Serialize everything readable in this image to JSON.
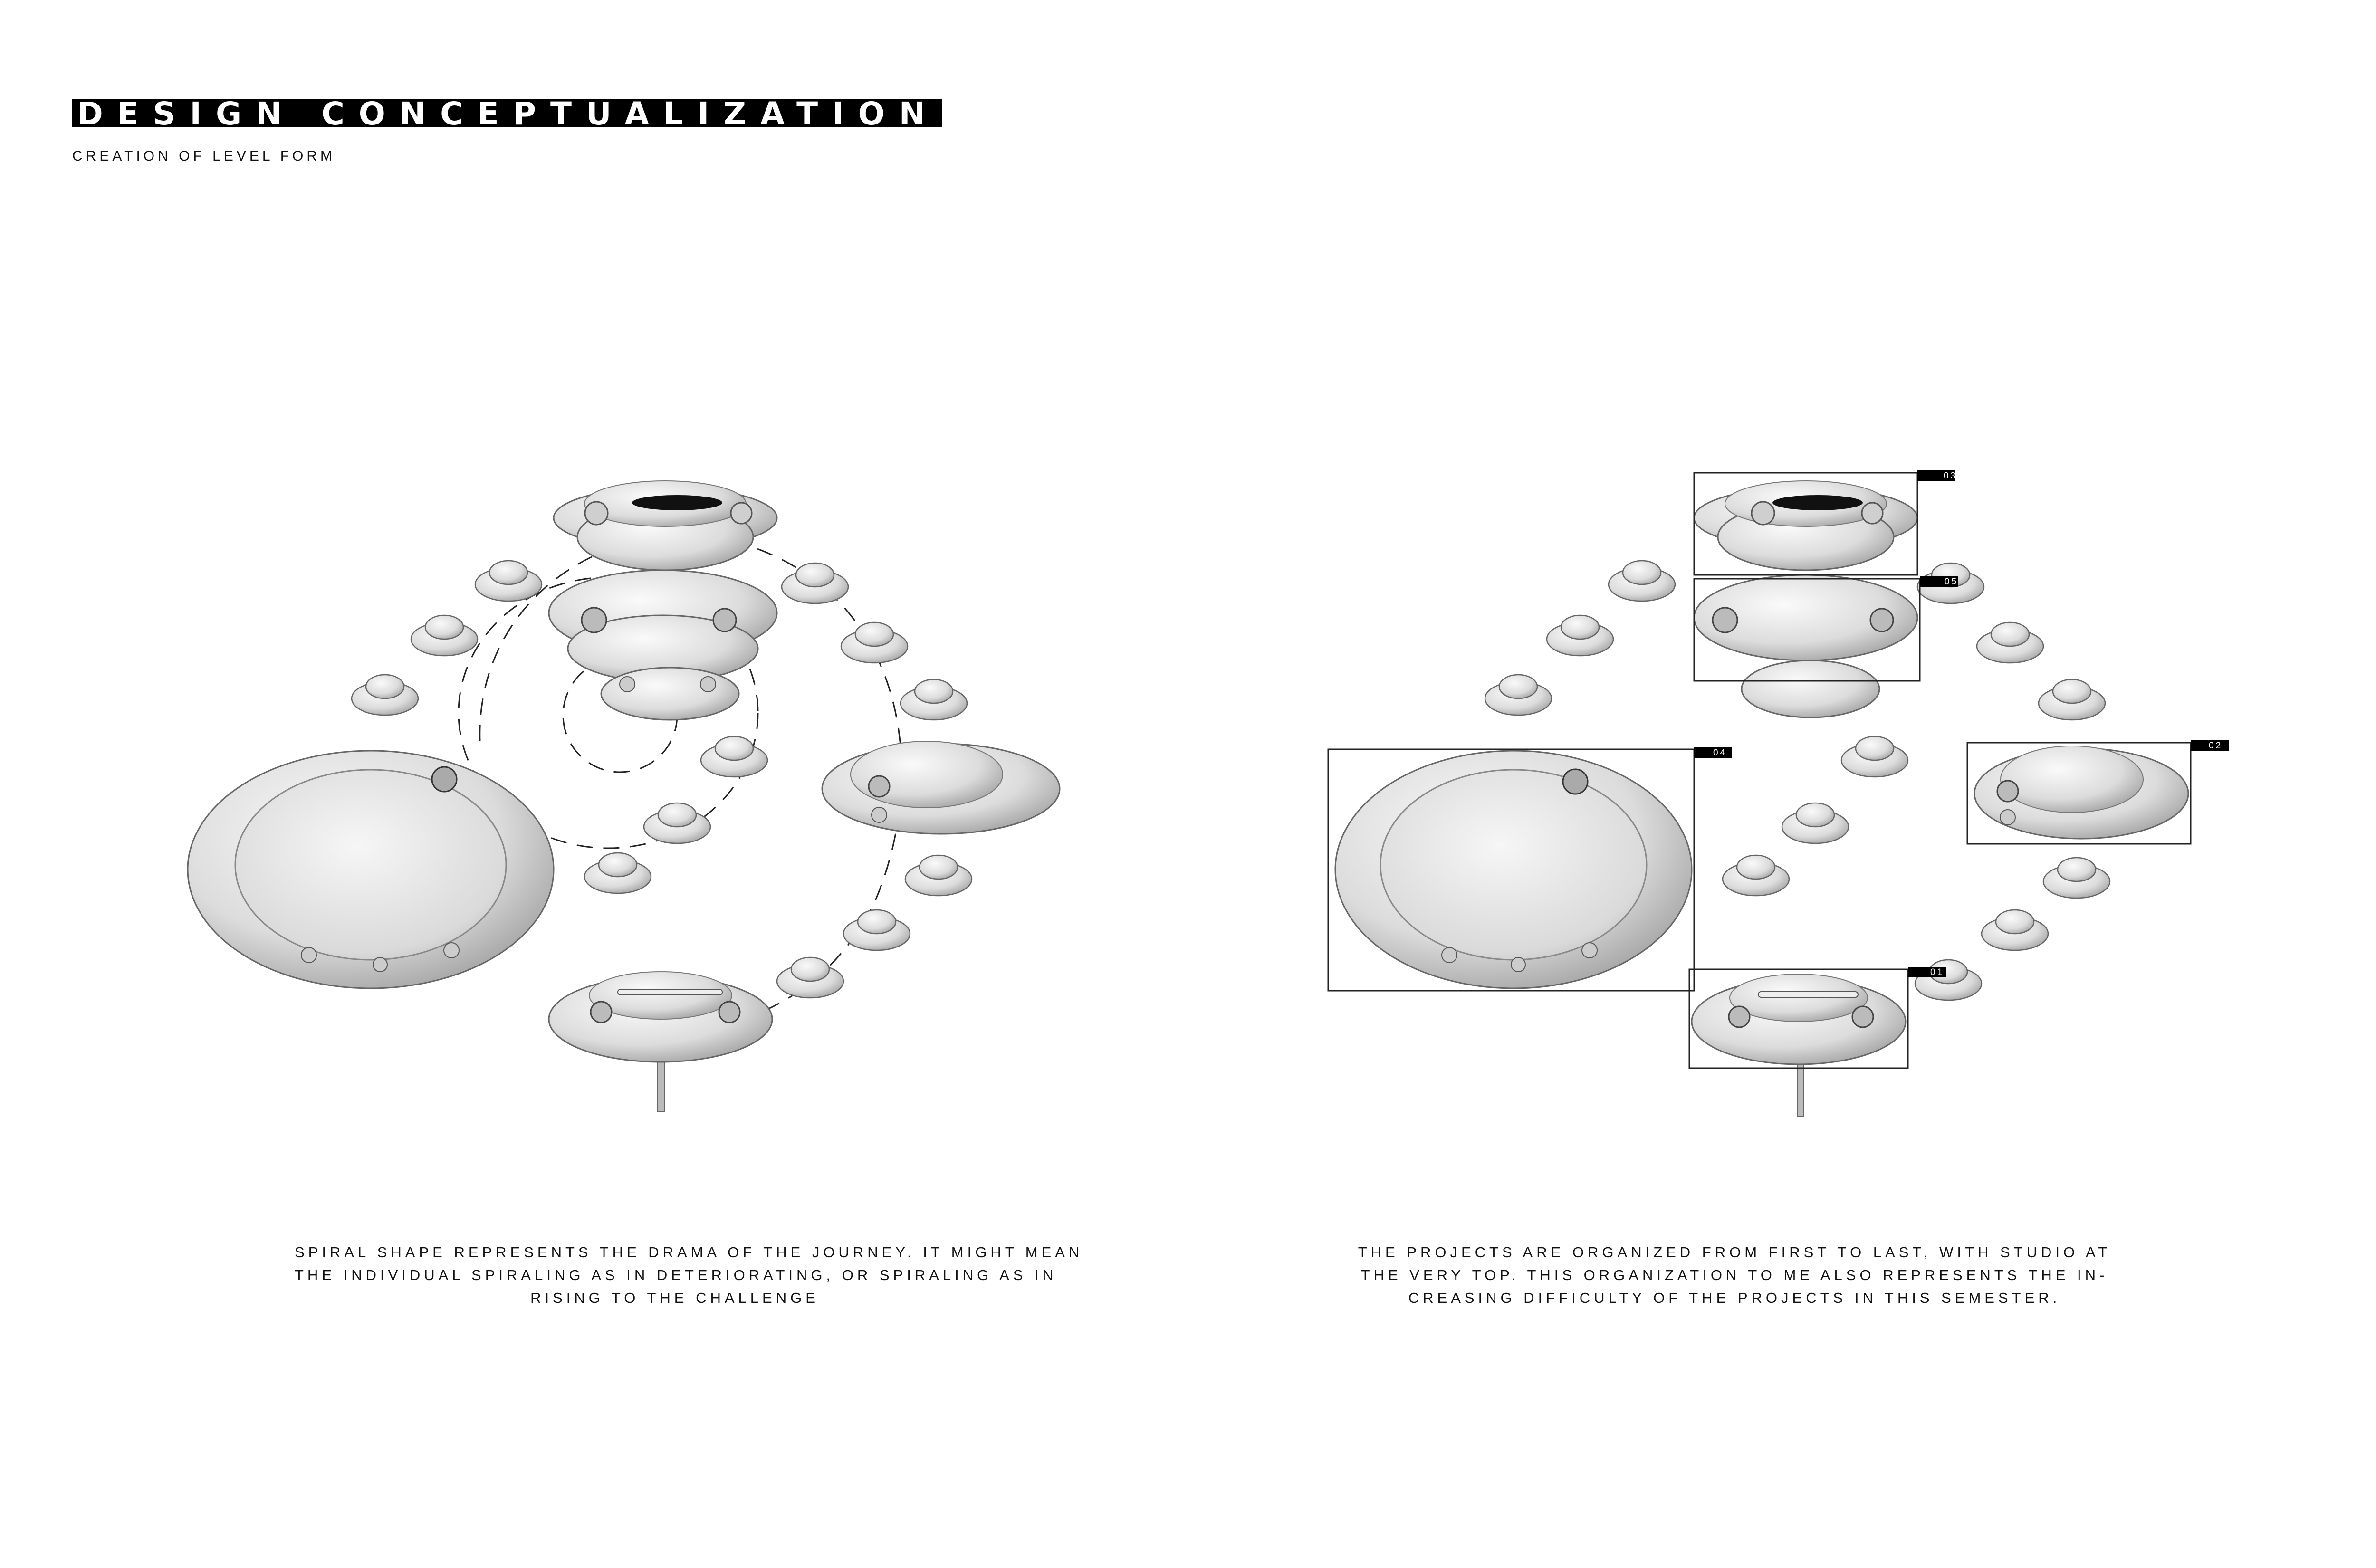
{
  "header": {
    "title": "DESIGN CONCEPTUALIZATION",
    "subtitle": "CREATION OF LEVEL FORM"
  },
  "left_diagram": {
    "caption_lines": [
      "SPIRAL SHAPE REPRESENTS THE DRAMA OF THE JOURNEY. IT MIGHT MEAN",
      "THE INDIVIDUAL SPIRALING AS IN DETERIORATING, OR SPIRALING AS IN",
      "RISING TO THE CHALLENGE"
    ]
  },
  "right_diagram": {
    "labels": [
      "03",
      "05",
      "04",
      "02",
      "01"
    ],
    "caption_lines": [
      "THE PROJECTS ARE ORGANIZED FROM FIRST TO LAST, WITH STUDIO AT",
      "THE VERY TOP. THIS ORGANIZATION TO ME ALSO REPRESENTS THE IN-",
      "CREASING DIFFICULTY OF THE PROJECTS IN THIS SEMESTER."
    ]
  },
  "colors": {
    "form_fill": "#e4e4e4",
    "form_stroke": "#6a6a6a",
    "ink": "#000000"
  }
}
